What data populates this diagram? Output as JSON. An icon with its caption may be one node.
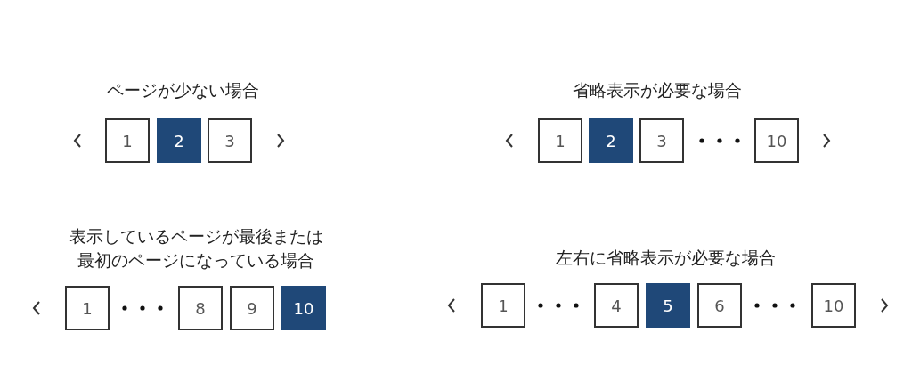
{
  "diagram": {
    "nodes": [
      {
        "text": [
          "1"
        ]
      },
      {
        "text": [
          "2"
        ]
      },
      {
        "text": [
          "3"
        ]
      },
      {
        "text": [
          "1"
        ]
      },
      {
        "text": [
          "2"
        ]
      },
      {
        "text": [
          "3"
        ]
      },
      {
        "text": [
          "10"
        ]
      },
      {
        "text": [
          "1"
        ]
      },
      {
        "text": [
          "8"
        ]
      },
      {
        "text": [
          "9"
        ]
      },
      {
        "text": [
          "10"
        ]
      },
      {
        "text": [
          "1"
        ]
      },
      {
        "text": [
          "4"
        ]
      },
      {
        "text": [
          "5"
        ]
      },
      {
        "text": [
          "6"
        ]
      },
      {
        "text": [
          "10"
        ]
      }
    ],
    "labels": [
      "ページが少ない場合",
      "省略表示が必要な場合",
      "表示しているページが最後または最初のページになっている場合",
      "左右に省略表示が必要な場合"
    ]
  }
}
